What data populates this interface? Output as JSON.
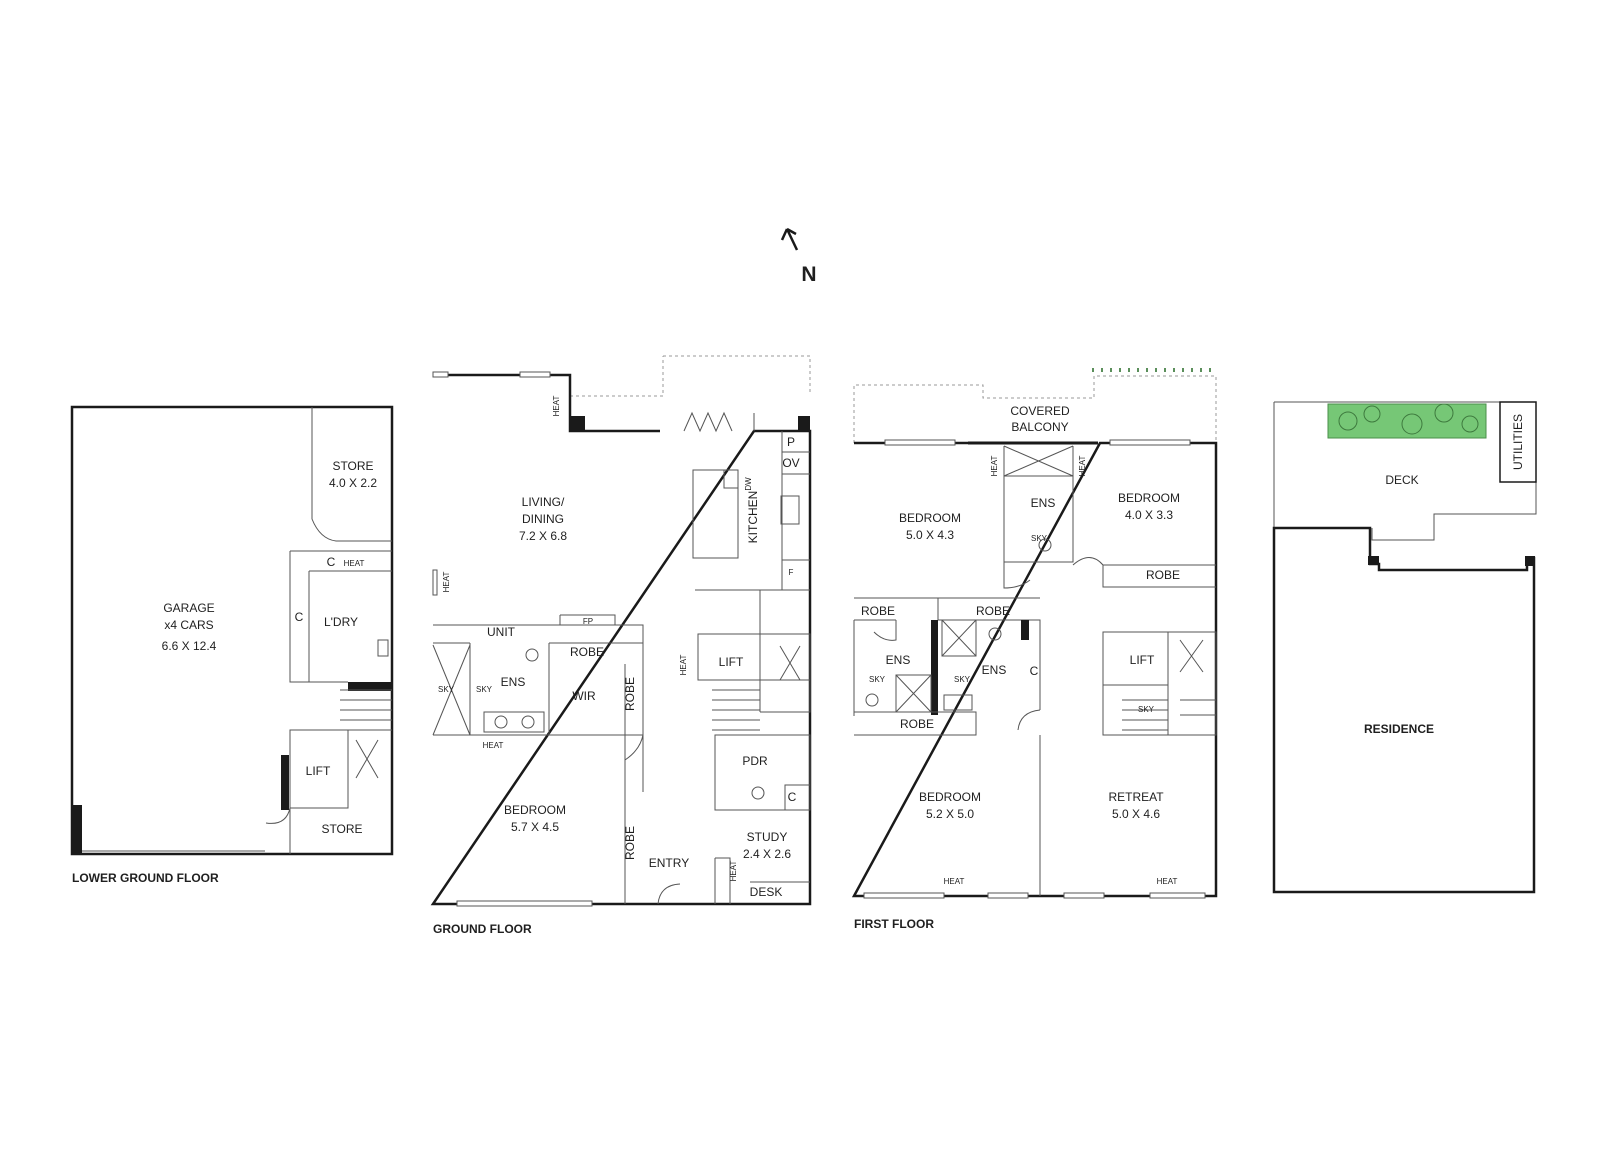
{
  "compass": {
    "label": "N"
  },
  "lower_ground": {
    "title": "LOWER GROUND FLOOR",
    "garage_label": "GARAGE",
    "garage_cars": "x4 CARS",
    "garage_dim": "6.6 X 12.4",
    "store_top_label": "STORE",
    "store_top_dim": "4.0 X 2.2",
    "c1": "C",
    "heat": "HEAT",
    "c2": "C",
    "laundry": "L'DRY",
    "lift": "LIFT",
    "store_bottom": "STORE"
  },
  "ground": {
    "title": "GROUND FLOOR",
    "living_label": "LIVING/",
    "living_label2": "DINING",
    "living_dim": "7.2 X 6.8",
    "heat_a": "HEAT",
    "heat_b": "HEAT",
    "heat_c": "HEAT",
    "heat_d": "HEAT",
    "heat_e": "HEAT",
    "kitchen": "KITCHEN",
    "p": "P",
    "ov": "OV",
    "dw": "DW",
    "f": "F",
    "unit": "UNIT",
    "fp": "FP",
    "robe_top": "ROBE",
    "ens": "ENS",
    "sky1": "SKY",
    "sky2": "SKY",
    "wir": "WIR",
    "robe_side": "ROBE",
    "lift": "LIFT",
    "pdr": "PDR",
    "c": "C",
    "bedroom_label": "BEDROOM",
    "bedroom_dim": "5.7 X 4.5",
    "robe_lower": "ROBE",
    "entry": "ENTRY",
    "study_label": "STUDY",
    "study_dim": "2.4 X 2.6",
    "desk": "DESK"
  },
  "first": {
    "title": "FIRST FLOOR",
    "balcony1": "COVERED",
    "balcony2": "BALCONY",
    "bed1_label": "BEDROOM",
    "bed1_dim": "5.0 X 4.3",
    "heat_a": "HEAT",
    "heat_b": "HEAT",
    "ens_top": "ENS",
    "sky_top": "SKY",
    "bed2_label": "BEDROOM",
    "bed2_dim": "4.0 X 3.3",
    "robe_r": "ROBE",
    "robe_l": "ROBE",
    "robe_m": "ROBE",
    "ens_l": "ENS",
    "sky_l": "SKY",
    "ens_m": "ENS",
    "sky_m": "SKY",
    "c": "C",
    "lift": "LIFT",
    "sky_stair": "SKY",
    "robe_bottom": "ROBE",
    "bed3_label": "BEDROOM",
    "bed3_dim": "5.2 X 5.0",
    "retreat_label": "RETREAT",
    "retreat_dim": "5.0 X 4.6",
    "heat_c": "HEAT",
    "heat_d": "HEAT"
  },
  "site": {
    "deck": "DECK",
    "utilities": "UTILITIES",
    "residence": "RESIDENCE"
  }
}
